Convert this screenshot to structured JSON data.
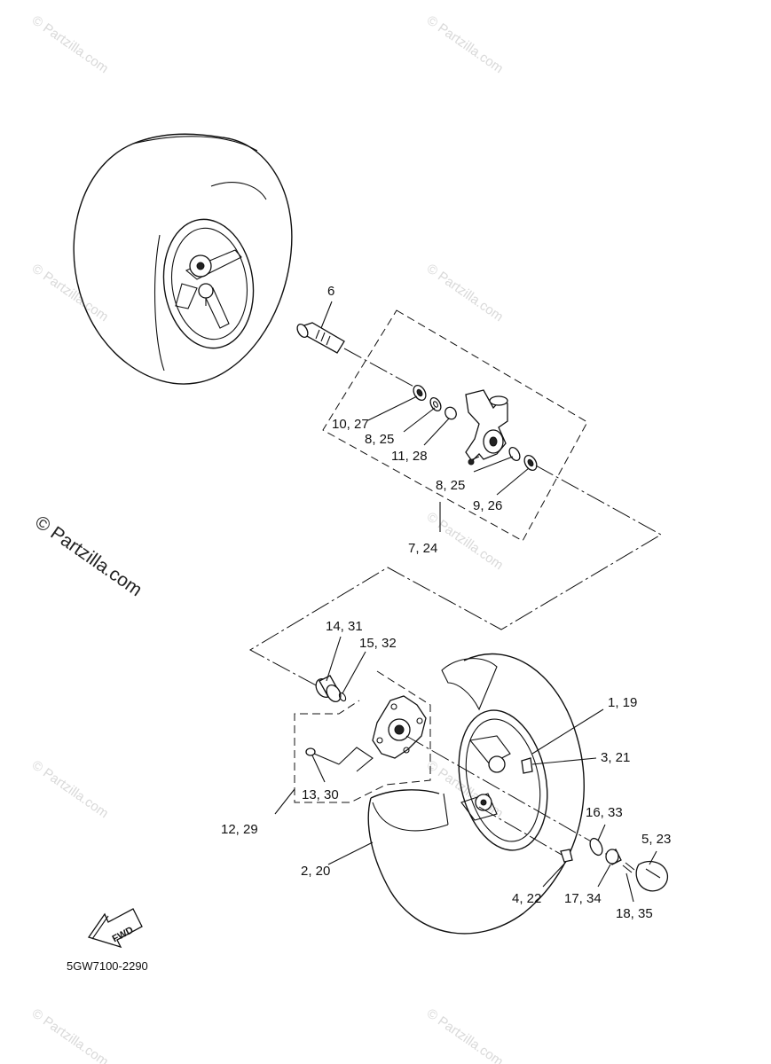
{
  "watermark": {
    "small_text": "© Partzilla.com",
    "large_text": "© Partzilla.com"
  },
  "diagram_code": "5GW7100-2290",
  "fwd_label": "FWD",
  "callouts": {
    "c6": "6",
    "c10_27": "10, 27",
    "c8_25_a": "8, 25",
    "c11_28": "11, 28",
    "c8_25_b": "8, 25",
    "c9_26": "9, 26",
    "c7_24": "7, 24",
    "c14_31": "14, 31",
    "c15_32": "15, 32",
    "c1_19": "1, 19",
    "c3_21": "3, 21",
    "c13_30": "13, 30",
    "c12_29": "12, 29",
    "c16_33": "16, 33",
    "c5_23": "5, 23",
    "c2_20": "2, 20",
    "c4_22": "4, 22",
    "c17_34": "17, 34",
    "c18_35": "18, 35"
  },
  "colors": {
    "line": "#111111",
    "watermark": "#d9d9d9",
    "background": "#ffffff"
  }
}
